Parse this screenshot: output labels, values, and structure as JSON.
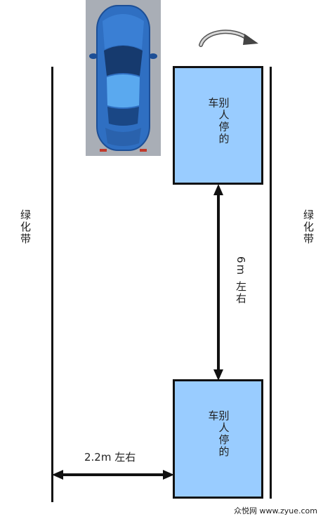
{
  "labels": {
    "parked_car": "别人停的车",
    "green_belt": "绿化带",
    "gap_distance": "6m  左右",
    "side_distance": "2.2m 左右"
  },
  "footer": {
    "watermark": "众悦网  www.zyue.com"
  },
  "colors": {
    "parked_box": "#99ccff",
    "car_body": "#2f6fc2",
    "car_bg": "#a9aeb6",
    "line": "#111111"
  }
}
